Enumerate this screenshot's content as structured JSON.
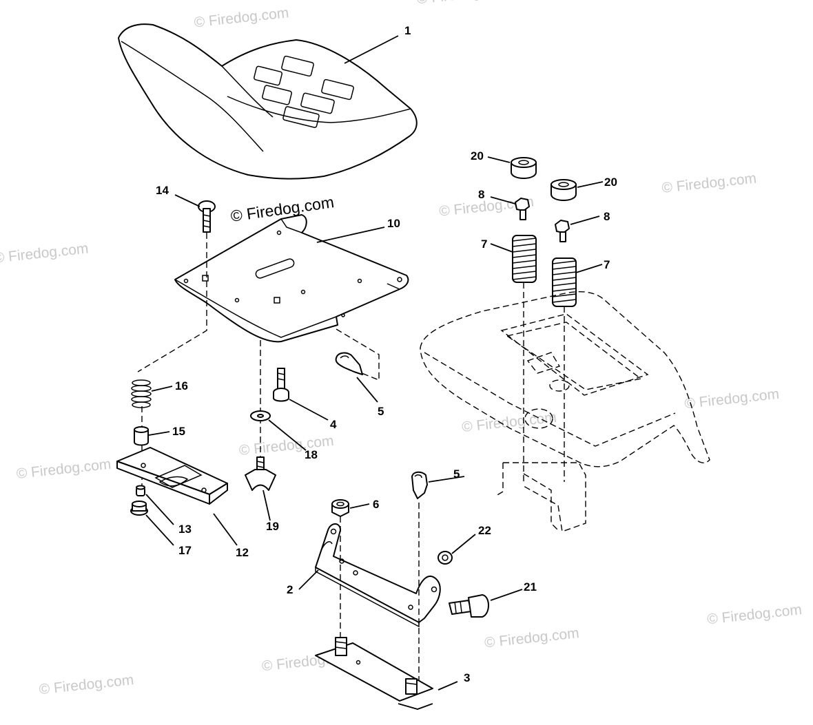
{
  "copyright": "© Firedog.com",
  "watermark": "© Firedog.com",
  "callouts": {
    "c1": "1",
    "c2": "2",
    "c3": "3",
    "c4": "4",
    "c5a": "5",
    "c5b": "5",
    "c6": "6",
    "c7a": "7",
    "c7b": "7",
    "c8a": "8",
    "c8b": "8",
    "c10": "10",
    "c12": "12",
    "c13": "13",
    "c14": "14",
    "c15": "15",
    "c16": "16",
    "c17": "17",
    "c18": "18",
    "c19": "19",
    "c20a": "20",
    "c20b": "20",
    "c21": "21",
    "c22": "22"
  }
}
